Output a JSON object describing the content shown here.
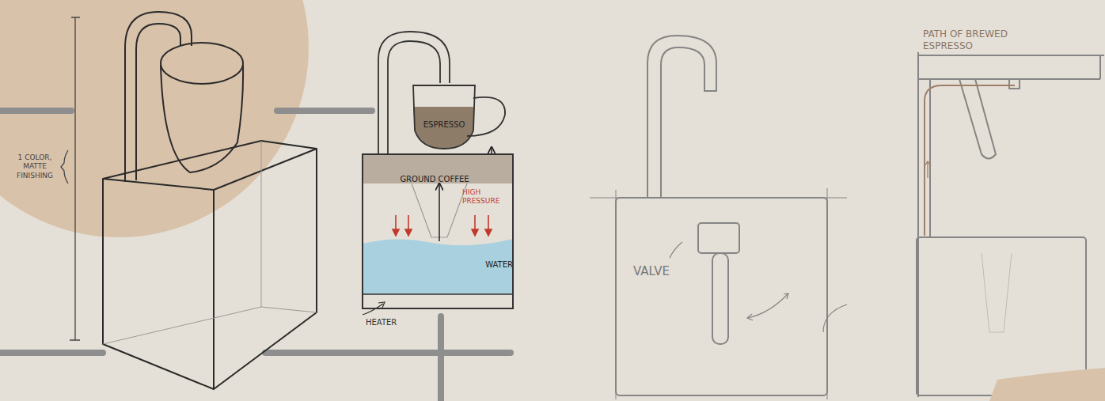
{
  "diagram": {
    "nodes": [
      {
        "text": [
          "ESPRESSO"
        ]
      },
      {
        "text": [
          "GROUND COFFEE"
        ]
      },
      {
        "text": [
          "WATER"
        ]
      }
    ],
    "edges": [
      {
        "from": 1,
        "to": 0,
        "arrow": "to"
      },
      {
        "from": 2,
        "to": 1,
        "arrow": "to"
      }
    ],
    "labels": [
      "1 COLOR, MATTE FINISHING",
      "HIGH PRESSURE",
      "HEATER",
      "VALVE",
      "PATH OF BREWED ESPRESSO"
    ]
  }
}
